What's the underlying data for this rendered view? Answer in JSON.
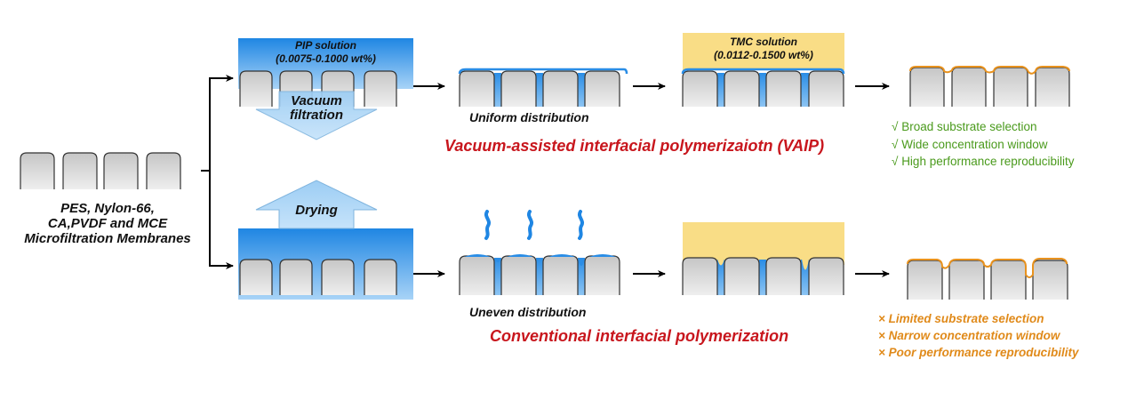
{
  "substrate": {
    "label_lines": [
      "PES, Nylon-66,",
      "CA,PVDF and MCE",
      "Microfiltration Membranes"
    ]
  },
  "top_route": {
    "pip_solution": {
      "title": "PIP solution",
      "concentration": "(0.0075-0.1000 wt%)"
    },
    "process_arrow": {
      "direction": "down",
      "lines": [
        "Vacuum",
        "filtration"
      ]
    },
    "distribution_label": "Uniform distribution",
    "tmc_solution": {
      "title": "TMC solution",
      "concentration": "(0.0112-0.1500 wt%)"
    },
    "method_title": "Vacuum-assisted interfacial polymerizaiotn (VAIP)",
    "outcomes": [
      {
        "icon": "check-icon",
        "symbol": "√",
        "text": "Broad substrate selection"
      },
      {
        "icon": "check-icon",
        "symbol": "√",
        "text": "Wide concentration window"
      },
      {
        "icon": "check-icon",
        "symbol": "√",
        "text": "High performance reproducibility"
      }
    ]
  },
  "bottom_route": {
    "process_arrow": {
      "direction": "up",
      "lines": [
        "Drying"
      ]
    },
    "distribution_label": "Uneven distribution",
    "method_title": "Conventional interfacial polymerization",
    "outcomes": [
      {
        "icon": "cross-icon",
        "symbol": "×",
        "text": "Limited substrate selection"
      },
      {
        "icon": "cross-icon",
        "symbol": "×",
        "text": "Narrow concentration window"
      },
      {
        "icon": "cross-icon",
        "symbol": "×",
        "text": "Poor performance reproducibility"
      }
    ]
  },
  "colors": {
    "pip_solution": "#2a8de6",
    "pip_solution_light": "#bfe0fb",
    "tmc_solution": "#f9dd86",
    "membrane_fill_top": "#c9c9c9",
    "membrane_fill_bottom": "#ececec",
    "polyamide_layer": "#e8921e",
    "method_title": "#c8161d",
    "advantage_text": "#4a9a1c",
    "disadvantage_text": "#e08a1a",
    "process_arrow_fill": "#a9d3f5"
  }
}
